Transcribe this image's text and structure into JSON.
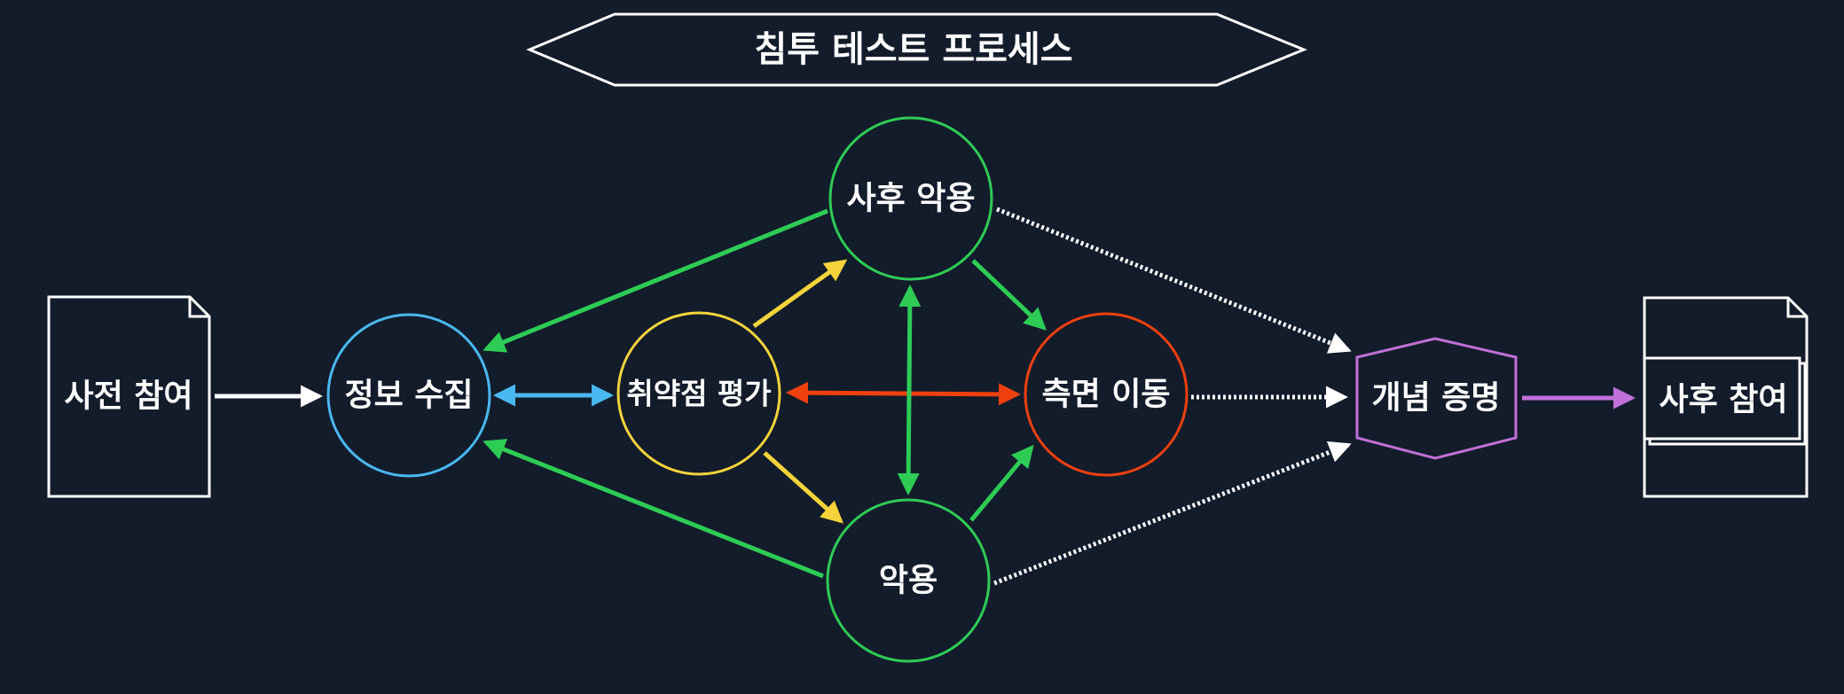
{
  "title": "침투 테스트 프로세스",
  "colors": {
    "background": "#131c2b",
    "white": "#ffffff",
    "blue": "#4ab8f0",
    "yellow": "#f4d43a",
    "green": "#2ecc55",
    "red": "#f0400e",
    "purple": "#c070d8"
  },
  "nodes": {
    "pre_engagement": "사전 참여",
    "intelligence_gathering": "정보 수집",
    "vulnerability_analysis": "취약점 평가",
    "post_exploitation": "사후 악용",
    "exploitation": "악용",
    "lateral_movement": "측면 이동",
    "proof_of_concept": "개념 증명",
    "post_engagement": "사후 참여"
  }
}
